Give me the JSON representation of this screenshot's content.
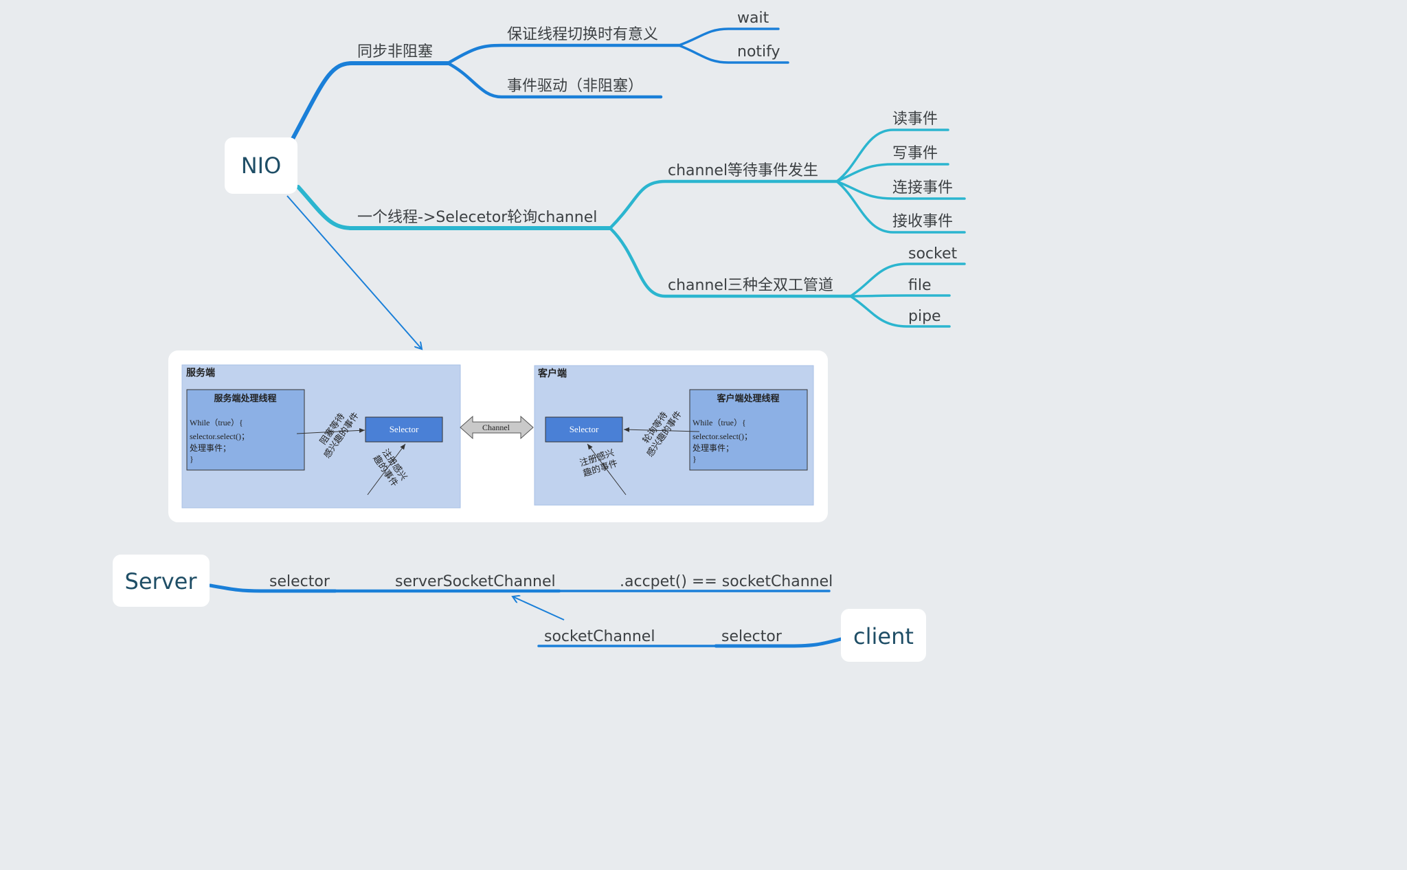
{
  "root": {
    "label": "NIO"
  },
  "branches": {
    "sync": {
      "label": "同步非阻塞",
      "children": {
        "switch": {
          "label": "保证线程切换时有意义",
          "children": [
            "wait",
            "notify"
          ]
        },
        "event": {
          "label": "事件驱动（非阻塞）"
        }
      }
    },
    "selector": {
      "label": "一个线程->Selecetor轮询channel",
      "children": {
        "wait": {
          "label": "channel等待事件发生",
          "children": [
            "读事件",
            "写事件",
            "连接事件",
            "接收事件"
          ]
        },
        "duplex": {
          "label": "channel三种全双工管道",
          "children": [
            "socket",
            "file",
            "pipe"
          ]
        }
      }
    }
  },
  "diagram": {
    "server": {
      "panel_title": "服务端",
      "thread_title": "服务端处理线程",
      "code": [
        "While（true）{",
        "selector.select()；",
        "处理事件；",
        "}"
      ],
      "selector_label": "Selector",
      "arrow_label_1": [
        "阻塞等待",
        "感兴趣的事件"
      ],
      "arrow_label_2": [
        "注册感兴",
        "趣的事件"
      ]
    },
    "channel_label": "Channel",
    "client": {
      "panel_title": "客户端",
      "thread_title": "客户端处理线程",
      "code": [
        "While（true）{",
        "selector.select()；",
        "处理事件；",
        "}"
      ],
      "selector_label": "Selector",
      "arrow_label_1": [
        "轮询等待",
        "感兴趣的事件"
      ],
      "arrow_label_2": [
        "注册感兴",
        "趣的事件"
      ]
    }
  },
  "server_node": {
    "label": "Server",
    "chain": [
      "selector",
      "serverSocketChannel",
      ".accpet() == socketChannel"
    ]
  },
  "client_node": {
    "label": "client",
    "chain": [
      "socketChannel",
      "selector"
    ]
  },
  "colors": {
    "blue": "#1a7fd8",
    "cyan": "#2bb5cf",
    "background": "#e8ebee",
    "panel": "#c0d2ee",
    "box": "#8cb0e5",
    "selector_box": "#4a80d6"
  }
}
